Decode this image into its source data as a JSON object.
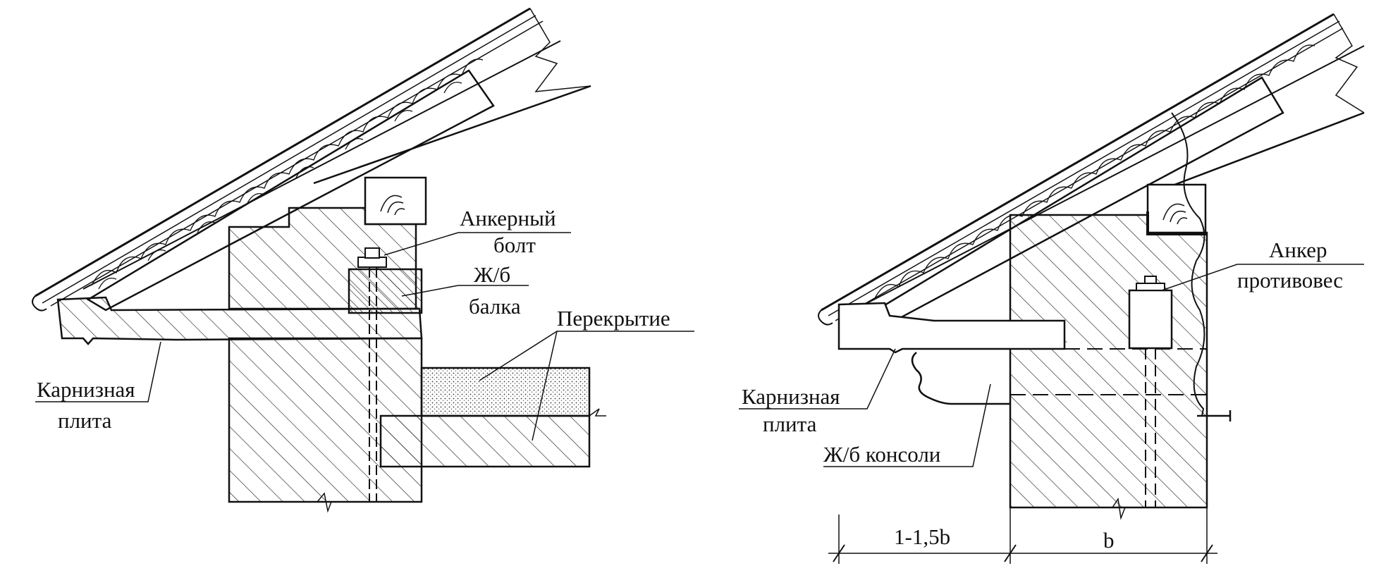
{
  "left_detail": {
    "labels": {
      "anchor_bolt_line1": "Анкерный",
      "anchor_bolt_line2": "болт",
      "rc_beam_line1": "Ж/б",
      "rc_beam_line2": "балка",
      "floor_slab": "Перекрытие",
      "cornice_slab_line1": "Карнизная",
      "cornice_slab_line2": "плита"
    }
  },
  "right_detail": {
    "labels": {
      "anchor_line1": "Анкер",
      "anchor_line2": "противовес",
      "cornice_slab_line1": "Карнизная",
      "cornice_slab_line2": "плита",
      "rc_console": "Ж/б консоли"
    },
    "dimensions": {
      "overhang": "1-1,5b",
      "wall_thickness": "b"
    }
  },
  "colors": {
    "line": "#111111",
    "background": "#ffffff"
  }
}
